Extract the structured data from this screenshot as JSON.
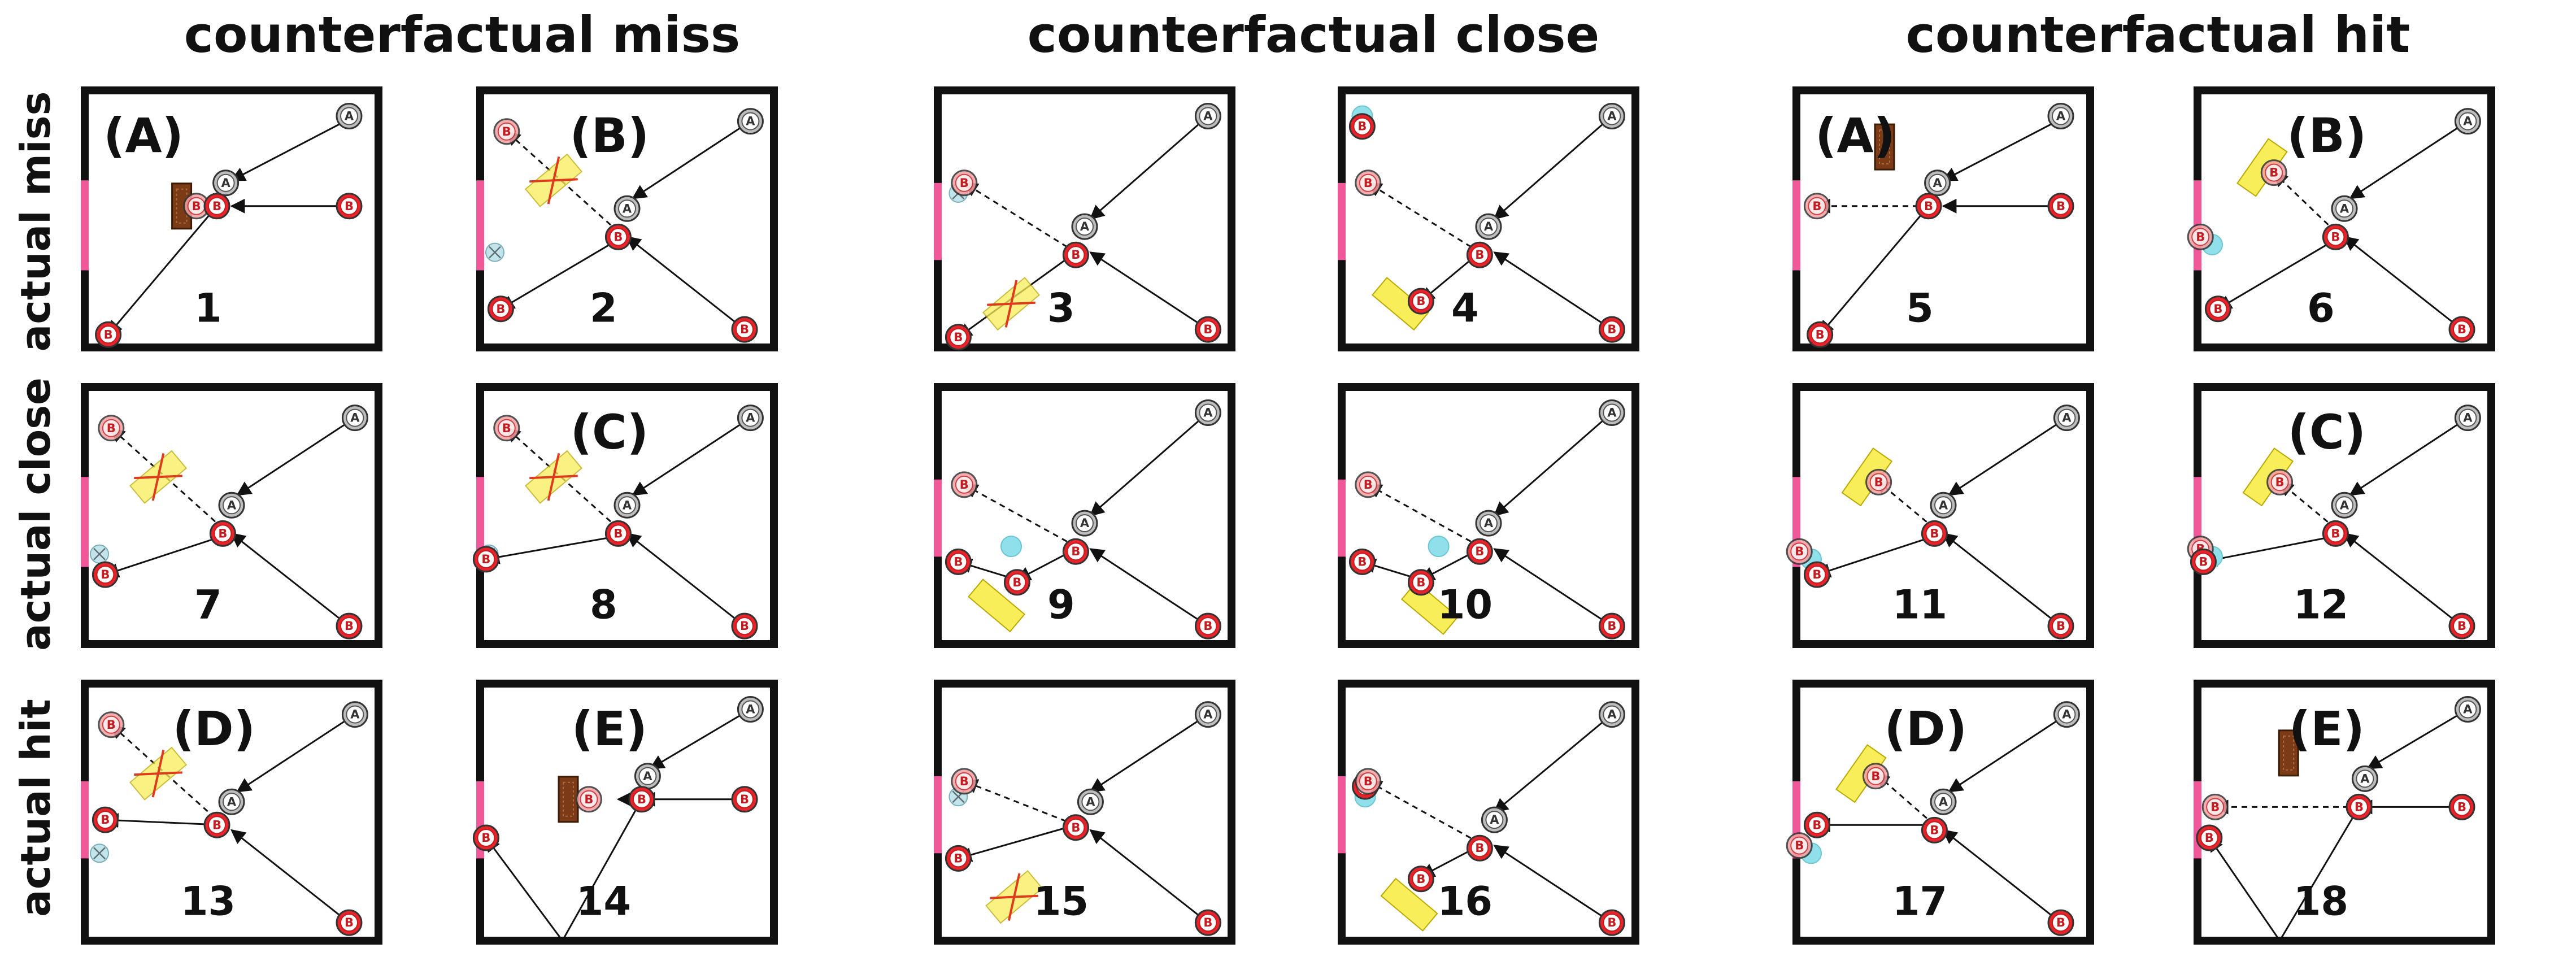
{
  "column_headers": [
    "counterfactual miss",
    "counterfactual close",
    "counterfactual hit"
  ],
  "row_headers": [
    "actual miss",
    "actual close",
    "actual hit"
  ],
  "colors": {
    "wall": "#111111",
    "goal": "#f0589a",
    "ball_b": "#e8242b",
    "ball_b_light": "#f3a0a3",
    "ball_a": "#bdbdbd",
    "block_yellow": "#f8ee5a",
    "block_brick": "#7a3b16",
    "cyan_marker": "#8fe0ea"
  },
  "ball_labels": {
    "a": "A",
    "b": "B"
  },
  "icons": [
    "yellow-block-icon",
    "brick-block-icon",
    "cyan-marker-icon",
    "crossed-marker-icon",
    "red-cross-icon"
  ],
  "panels": [
    {
      "number": "1",
      "tag": "(A)"
    },
    {
      "number": "2",
      "tag": "(B)"
    },
    {
      "number": "3",
      "tag": ""
    },
    {
      "number": "4",
      "tag": ""
    },
    {
      "number": "5",
      "tag": "(A)"
    },
    {
      "number": "6",
      "tag": "(B)"
    },
    {
      "number": "7",
      "tag": ""
    },
    {
      "number": "8",
      "tag": "(C)"
    },
    {
      "number": "9",
      "tag": ""
    },
    {
      "number": "10",
      "tag": ""
    },
    {
      "number": "11",
      "tag": ""
    },
    {
      "number": "12",
      "tag": "(C)"
    },
    {
      "number": "13",
      "tag": "(D)"
    },
    {
      "number": "14",
      "tag": "(E)"
    },
    {
      "number": "15",
      "tag": ""
    },
    {
      "number": "16",
      "tag": ""
    },
    {
      "number": "17",
      "tag": "(D)"
    },
    {
      "number": "18",
      "tag": "(E)"
    }
  ]
}
